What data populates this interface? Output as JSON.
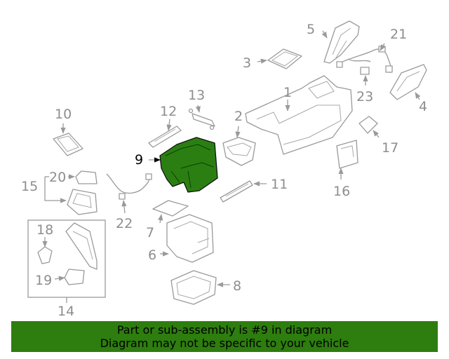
{
  "highlight_color": "#2e7d0f",
  "highlighted_callout": "9",
  "callouts": {
    "c1": "1",
    "c2": "2",
    "c3": "3",
    "c4": "4",
    "c5": "5",
    "c6": "6",
    "c7": "7",
    "c8": "8",
    "c9": "9",
    "c10": "10",
    "c11": "11",
    "c12": "12",
    "c13": "13",
    "c14": "14",
    "c15": "15",
    "c16": "16",
    "c17": "17",
    "c18": "18",
    "c19": "19",
    "c20": "20",
    "c21": "21",
    "c22": "22",
    "c23": "23"
  },
  "banner": {
    "line1": "Part or sub-assembly is #9 in diagram",
    "line2": "Diagram may not be specific to your vehicle"
  }
}
